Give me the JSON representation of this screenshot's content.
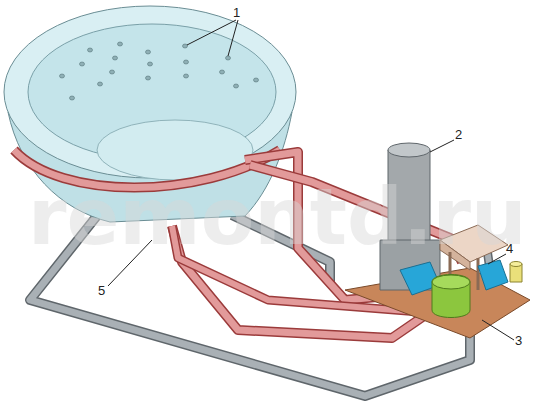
{
  "diagram": {
    "labels": [
      "1",
      "2",
      "3",
      "4",
      "5",
      "remontd.ru"
    ]
  }
}
